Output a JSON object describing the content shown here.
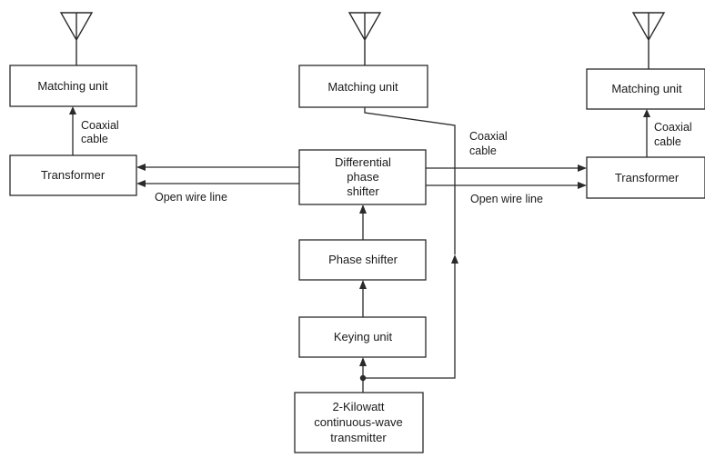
{
  "diagram": {
    "boxes": {
      "matching_left": "Matching unit",
      "matching_center": "Matching unit",
      "matching_right": "Matching unit",
      "transformer_left": "Transformer",
      "transformer_right": "Transformer",
      "diff_phase_shifter": [
        "Differential",
        "phase",
        "shifter"
      ],
      "phase_shifter": "Phase shifter",
      "keying_unit": "Keying unit",
      "transmitter": [
        "2-Kilowatt",
        "continuous-wave",
        "transmitter"
      ]
    },
    "labels": {
      "coax_left": [
        "Coaxial",
        "cable"
      ],
      "coax_center": [
        "Coaxial",
        "cable"
      ],
      "coax_right": [
        "Coaxial",
        "cable"
      ],
      "open_wire_left": "Open wire line",
      "open_wire_right": "Open wire line"
    }
  }
}
